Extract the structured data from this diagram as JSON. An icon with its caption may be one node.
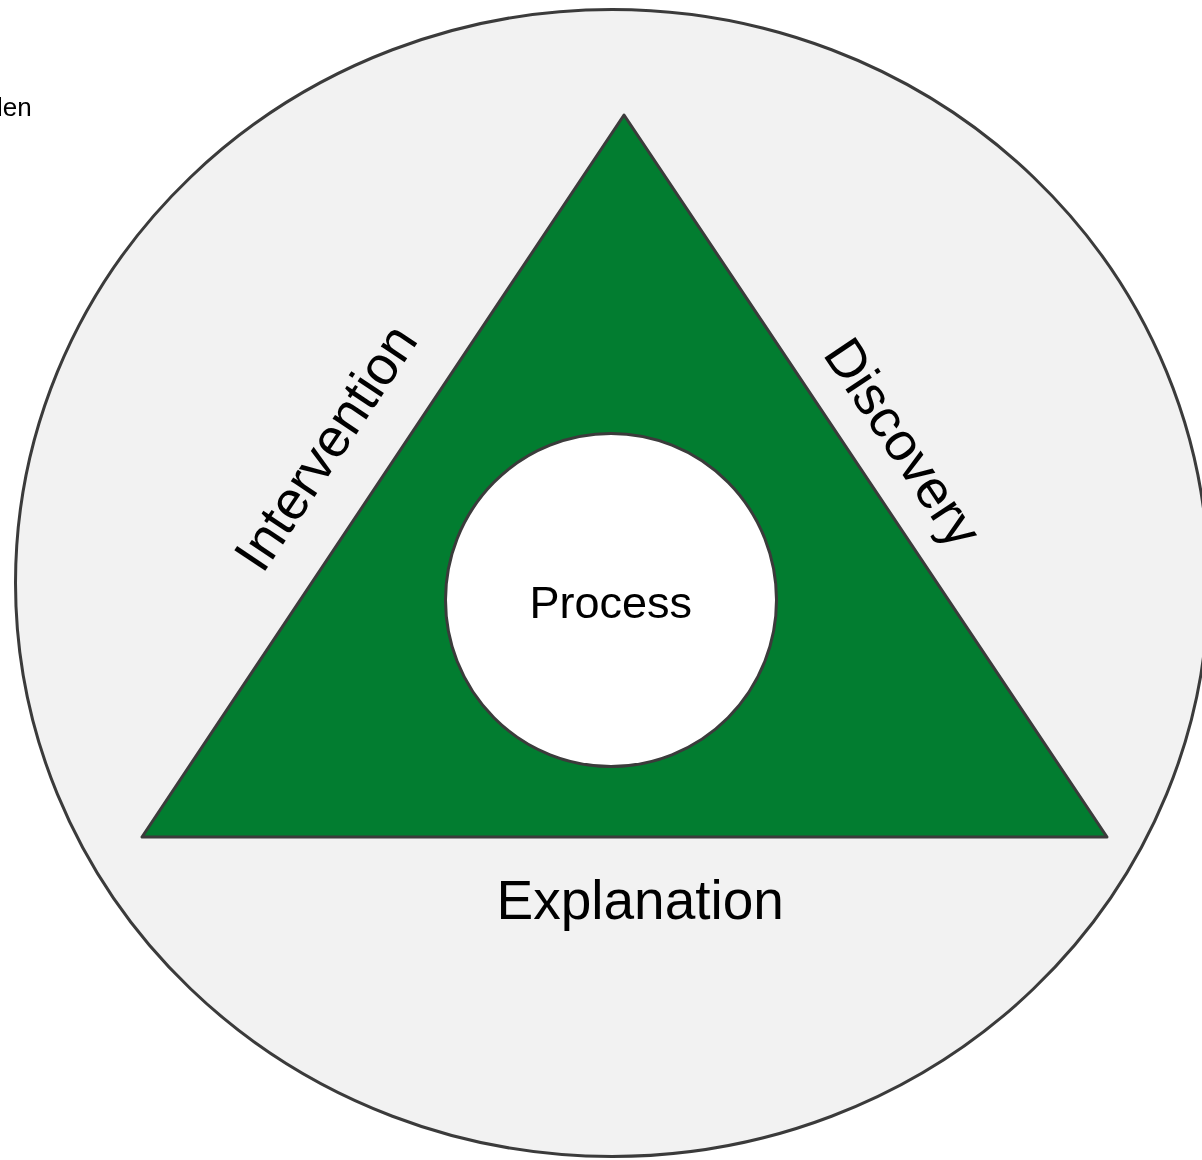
{
  "diagram": {
    "nodes": [
      {
        "text": [],
        "shape": "circle"
      },
      {
        "text": [
          "Intervention",
          "Discovery",
          "Explanation"
        ],
        "in": 0
      },
      {
        "text": [
          "Process"
        ],
        "in": 1
      }
    ],
    "labels": [
      "len"
    ]
  }
}
